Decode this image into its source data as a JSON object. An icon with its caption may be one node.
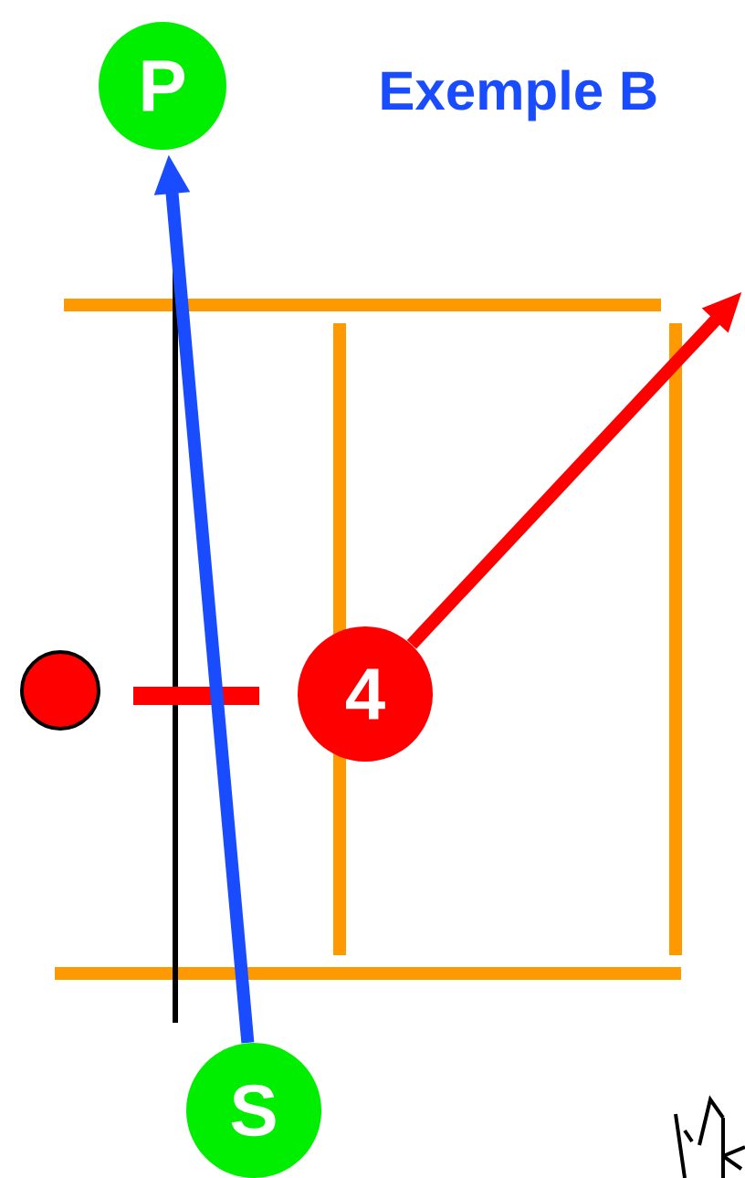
{
  "diagram": {
    "title": "Exemple B",
    "nodes": [
      {
        "text": [
          "P"
        ]
      },
      {
        "text": [],
        "shape": "circle"
      },
      {
        "text": [
          "4"
        ]
      },
      {
        "text": [
          "S"
        ]
      }
    ],
    "edges": [
      {
        "from": 3,
        "to": 0,
        "arrow": "to",
        "color": "#1a4cff"
      },
      {
        "from": 2,
        "to": null,
        "arrow": "to",
        "color": "#ff0000"
      }
    ]
  }
}
